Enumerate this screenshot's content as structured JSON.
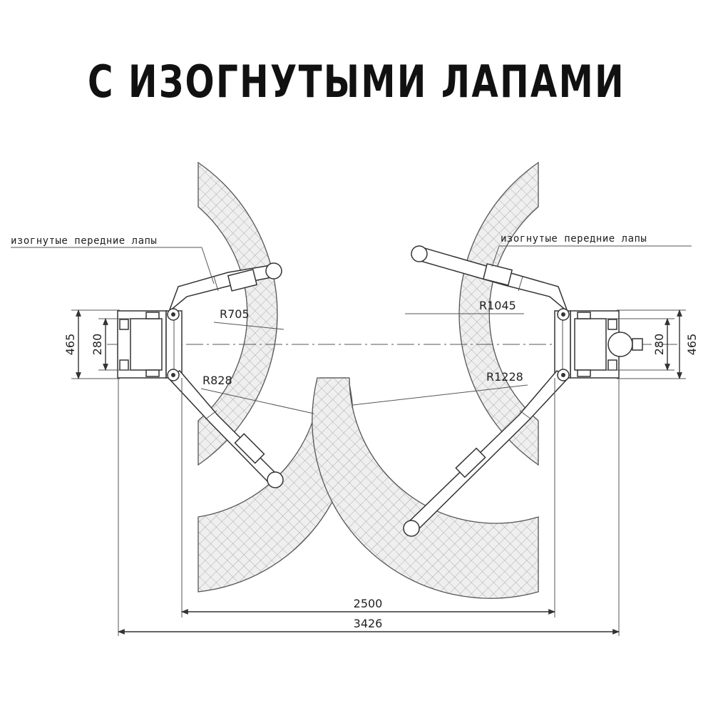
{
  "title": "С ИЗОГНУТЫМИ ЛАПАМИ",
  "labels": {
    "arm_note_left": "изогнутые передние лапы",
    "arm_note_right": "изогнутые передние лапы"
  },
  "dimensions": {
    "r_front_left": "R705",
    "r_rear_left": "R828",
    "r_front_right": "R1045",
    "r_rear_right": "R1228",
    "post_depth_left": "280",
    "overall_depth_left": "465",
    "post_depth_right": "280",
    "overall_depth_right": "465",
    "inner_width": "2500",
    "overall_width": "3426"
  }
}
